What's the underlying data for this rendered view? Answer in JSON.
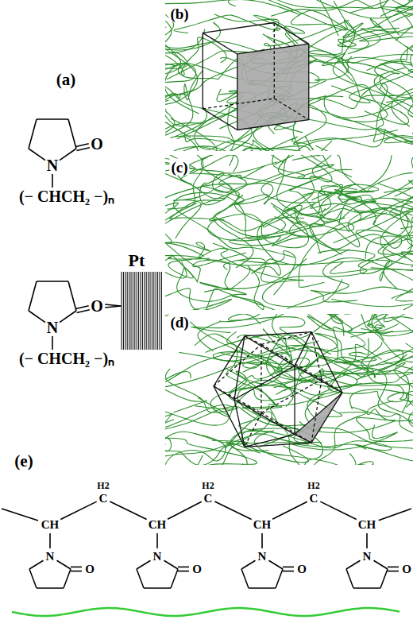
{
  "diagram": {
    "labels": [
      "(a)",
      "N",
      "O",
      "(− CHCH₂ −)ₙ",
      "Pt",
      "N",
      "O",
      "(− CHCH₂ −)ₙ",
      "(b)",
      "(c)",
      "(d)",
      "(e)",
      "H2",
      "H2",
      "H2",
      "C",
      "C",
      "C",
      "CH",
      "CH",
      "CH",
      "CH",
      "N",
      "N",
      "N",
      "N",
      "O",
      "O",
      "O",
      "O"
    ]
  }
}
